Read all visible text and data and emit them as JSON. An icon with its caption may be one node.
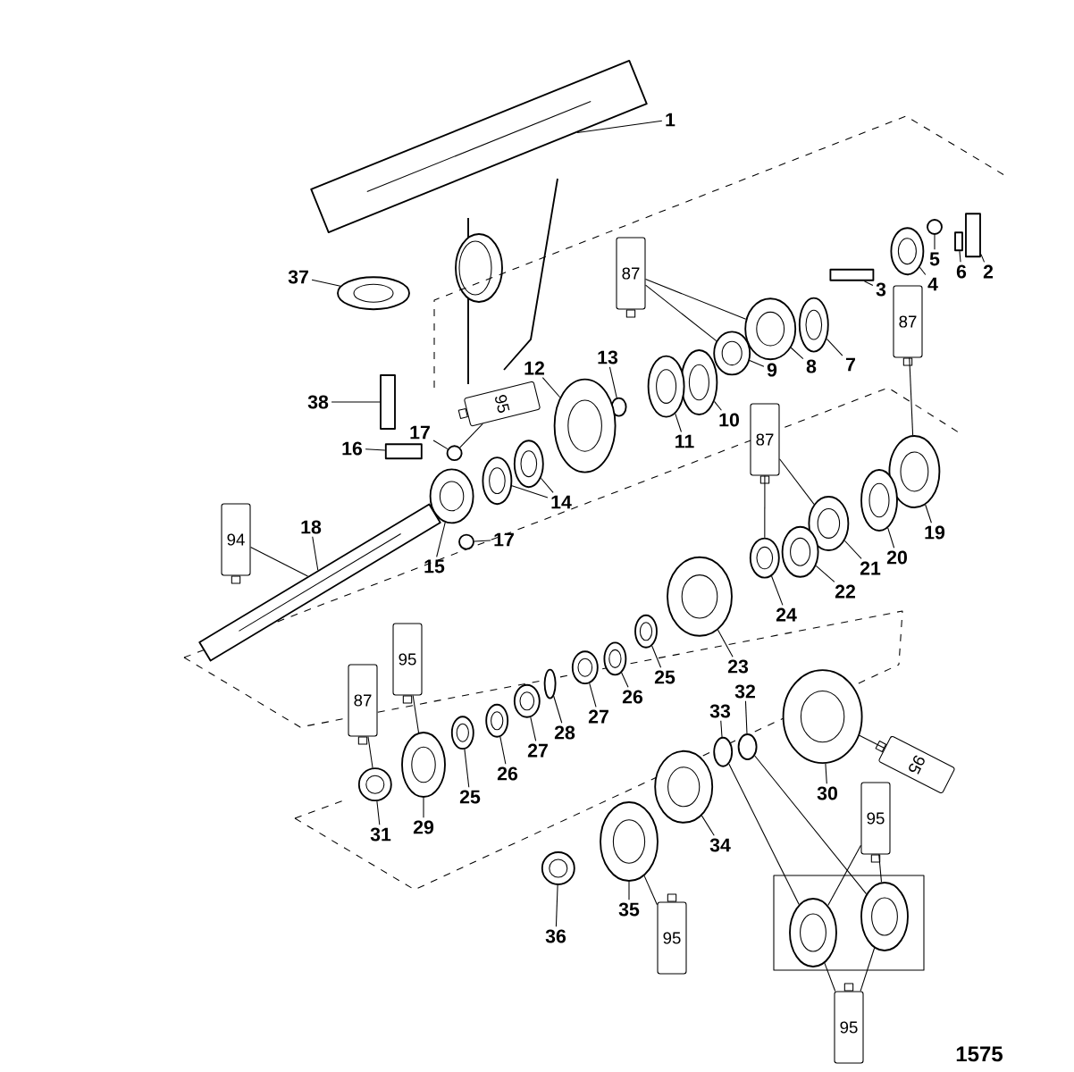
{
  "diagram": {
    "nodes": [
      {
        "text": [
          "1"
        ]
      },
      {
        "text": [
          "2"
        ]
      },
      {
        "text": [
          "6"
        ]
      },
      {
        "text": [
          "5"
        ]
      },
      {
        "text": [
          "4"
        ]
      },
      {
        "text": [
          "3"
        ]
      },
      {
        "text": [
          "87"
        ]
      },
      {
        "text": [
          "37"
        ]
      },
      {
        "text": [
          "87"
        ]
      },
      {
        "text": [
          "7"
        ]
      },
      {
        "text": [
          "8"
        ]
      },
      {
        "text": [
          "9"
        ]
      },
      {
        "text": [
          "38"
        ]
      },
      {
        "text": [
          "13"
        ]
      },
      {
        "text": [
          "12"
        ]
      },
      {
        "text": [
          "95"
        ]
      },
      {
        "text": [
          "10"
        ]
      },
      {
        "text": [
          "11"
        ]
      },
      {
        "text": [
          "17"
        ]
      },
      {
        "text": [
          "16"
        ]
      },
      {
        "text": [
          "87"
        ]
      },
      {
        "text": [
          "14"
        ]
      },
      {
        "text": [
          "94"
        ]
      },
      {
        "text": [
          "18"
        ]
      },
      {
        "text": [
          "17"
        ]
      },
      {
        "text": [
          "15"
        ]
      },
      {
        "text": [
          "19"
        ]
      },
      {
        "text": [
          "20"
        ]
      },
      {
        "text": [
          "21"
        ]
      },
      {
        "text": [
          "22"
        ]
      },
      {
        "text": [
          "24"
        ]
      },
      {
        "text": [
          "23"
        ]
      },
      {
        "text": [
          "95"
        ]
      },
      {
        "text": [
          "87"
        ]
      },
      {
        "text": [
          "25"
        ]
      },
      {
        "text": [
          "26"
        ]
      },
      {
        "text": [
          "27"
        ]
      },
      {
        "text": [
          "32"
        ]
      },
      {
        "text": [
          "33"
        ]
      },
      {
        "text": [
          "28"
        ]
      },
      {
        "text": [
          "27"
        ]
      },
      {
        "text": [
          "26"
        ]
      },
      {
        "text": [
          "25"
        ]
      },
      {
        "text": [
          "95"
        ]
      },
      {
        "text": [
          "30"
        ]
      },
      {
        "text": [
          "29"
        ]
      },
      {
        "text": [
          "31"
        ]
      },
      {
        "text": [
          "95"
        ]
      },
      {
        "text": [
          "34"
        ]
      },
      {
        "text": [
          "35"
        ]
      },
      {
        "text": [
          "36"
        ]
      },
      {
        "text": [
          "95"
        ]
      },
      {
        "text": [
          "95"
        ]
      },
      {
        "text": [],
        "shape": "picture"
      },
      {
        "text": [],
        "shape": "bar"
      },
      {
        "text": [],
        "shape": "bar"
      },
      {
        "text": [],
        "shape": "circle"
      },
      {
        "text": [],
        "shape": "ring"
      },
      {
        "text": [],
        "shape": "bar"
      },
      {
        "text": [],
        "shape": "ring"
      },
      {
        "text": [],
        "shape": "ring"
      },
      {
        "text": [],
        "shape": "ring"
      },
      {
        "text": [],
        "shape": "ring"
      },
      {
        "text": [],
        "shape": "bar"
      },
      {
        "text": [],
        "shape": "circle"
      },
      {
        "text": [],
        "shape": "ring"
      },
      {
        "text": [],
        "shape": "ring"
      },
      {
        "text": [],
        "shape": "ring"
      },
      {
        "text": [],
        "shape": "circle"
      },
      {
        "text": [],
        "shape": "bar"
      },
      {
        "text": [],
        "shape": "ring"
      },
      {
        "text": [],
        "shape": "ring"
      },
      {
        "text": [],
        "shape": "picture"
      },
      {
        "text": [],
        "shape": "circle"
      },
      {
        "text": [],
        "shape": "ring"
      },
      {
        "text": [],
        "shape": "ring"
      },
      {
        "text": [],
        "shape": "ring"
      },
      {
        "text": [],
        "shape": "ring"
      },
      {
        "text": [],
        "shape": "ring"
      },
      {
        "text": [],
        "shape": "ring"
      },
      {
        "text": [],
        "shape": "ring"
      },
      {
        "text": [],
        "shape": "ring"
      },
      {
        "text": [],
        "shape": "ring"
      },
      {
        "text": [],
        "shape": "ring"
      },
      {
        "text": [],
        "shape": "circle"
      },
      {
        "text": [],
        "shape": "circle"
      },
      {
        "text": [],
        "shape": "circle"
      },
      {
        "text": [],
        "shape": "ring"
      },
      {
        "text": [],
        "shape": "ring"
      },
      {
        "text": [],
        "shape": "ring"
      },
      {
        "text": [],
        "shape": "ring"
      },
      {
        "text": [],
        "shape": "ring"
      },
      {
        "text": [],
        "shape": "ring"
      },
      {
        "text": [],
        "shape": "ring"
      },
      {
        "text": [],
        "shape": "ring"
      },
      {
        "text": [],
        "shape": "ring"
      },
      {
        "text": [],
        "shape": "box"
      },
      {
        "text": [],
        "shape": "ring",
        "in": 96
      },
      {
        "text": [],
        "shape": "ring",
        "in": 96
      }
    ],
    "edges": [
      {
        "from": 0,
        "to": 53,
        "arrow": "none"
      },
      {
        "from": 1,
        "to": 54,
        "arrow": "none"
      },
      {
        "from": 2,
        "to": 55,
        "arrow": "none"
      },
      {
        "from": 3,
        "to": 56,
        "arrow": "none"
      },
      {
        "from": 4,
        "to": 57,
        "arrow": "none"
      },
      {
        "from": 5,
        "to": 58,
        "arrow": "none"
      },
      {
        "from": 6,
        "to": 61,
        "arrow": "none"
      },
      {
        "from": 6,
        "to": 62,
        "arrow": "none"
      },
      {
        "from": 7,
        "to": 59,
        "arrow": "none"
      },
      {
        "from": 8,
        "to": 75,
        "arrow": "none"
      },
      {
        "from": 9,
        "to": 60,
        "arrow": "none"
      },
      {
        "from": 10,
        "to": 61,
        "arrow": "none"
      },
      {
        "from": 11,
        "to": 62,
        "arrow": "none"
      },
      {
        "from": 12,
        "to": 63,
        "arrow": "none"
      },
      {
        "from": 13,
        "to": 64,
        "arrow": "none"
      },
      {
        "from": 14,
        "to": 65,
        "arrow": "none"
      },
      {
        "from": 15,
        "to": 68,
        "arrow": "none"
      },
      {
        "from": 16,
        "to": 66,
        "arrow": "none"
      },
      {
        "from": 17,
        "to": 67,
        "arrow": "none"
      },
      {
        "from": 18,
        "to": 68,
        "arrow": "none"
      },
      {
        "from": 19,
        "to": 69,
        "arrow": "none"
      },
      {
        "from": 20,
        "to": 79,
        "arrow": "none"
      },
      {
        "from": 20,
        "to": 77,
        "arrow": "none"
      },
      {
        "from": 21,
        "to": 70,
        "arrow": "none"
      },
      {
        "from": 21,
        "to": 71,
        "arrow": "none"
      },
      {
        "from": 22,
        "to": 72,
        "arrow": "none"
      },
      {
        "from": 23,
        "to": 72,
        "arrow": "none"
      },
      {
        "from": 24,
        "to": 73,
        "arrow": "none"
      },
      {
        "from": 25,
        "to": 74,
        "arrow": "none"
      },
      {
        "from": 26,
        "to": 75,
        "arrow": "none"
      },
      {
        "from": 27,
        "to": 76,
        "arrow": "none"
      },
      {
        "from": 28,
        "to": 77,
        "arrow": "none"
      },
      {
        "from": 29,
        "to": 78,
        "arrow": "none"
      },
      {
        "from": 30,
        "to": 79,
        "arrow": "none"
      },
      {
        "from": 31,
        "to": 80,
        "arrow": "none"
      },
      {
        "from": 32,
        "to": 91,
        "arrow": "none"
      },
      {
        "from": 33,
        "to": 92,
        "arrow": "none"
      },
      {
        "from": 34,
        "to": 81,
        "arrow": "none"
      },
      {
        "from": 35,
        "to": 82,
        "arrow": "none"
      },
      {
        "from": 36,
        "to": 83,
        "arrow": "none"
      },
      {
        "from": 37,
        "to": 84,
        "arrow": "none"
      },
      {
        "from": 38,
        "to": 85,
        "arrow": "none"
      },
      {
        "from": 39,
        "to": 86,
        "arrow": "none"
      },
      {
        "from": 40,
        "to": 87,
        "arrow": "none"
      },
      {
        "from": 41,
        "to": 88,
        "arrow": "none"
      },
      {
        "from": 42,
        "to": 89,
        "arrow": "none"
      },
      {
        "from": 43,
        "to": 90,
        "arrow": "none"
      },
      {
        "from": 44,
        "to": 90,
        "arrow": "none"
      },
      {
        "from": 45,
        "to": 91,
        "arrow": "none"
      },
      {
        "from": 46,
        "to": 92,
        "arrow": "none"
      },
      {
        "from": 47,
        "to": 97,
        "arrow": "none"
      },
      {
        "from": 47,
        "to": 98,
        "arrow": "none"
      },
      {
        "from": 48,
        "to": 93,
        "arrow": "none"
      },
      {
        "from": 49,
        "to": 94,
        "arrow": "none"
      },
      {
        "from": 50,
        "to": 95,
        "arrow": "none"
      },
      {
        "from": 51,
        "to": 94,
        "arrow": "none"
      },
      {
        "from": 52,
        "to": 97,
        "arrow": "none"
      },
      {
        "from": 52,
        "to": 98,
        "arrow": "none"
      },
      {
        "from": 85,
        "to": 97,
        "arrow": "none"
      },
      {
        "from": 84,
        "to": 98,
        "arrow": "none"
      }
    ],
    "labels": [
      "1575"
    ]
  }
}
